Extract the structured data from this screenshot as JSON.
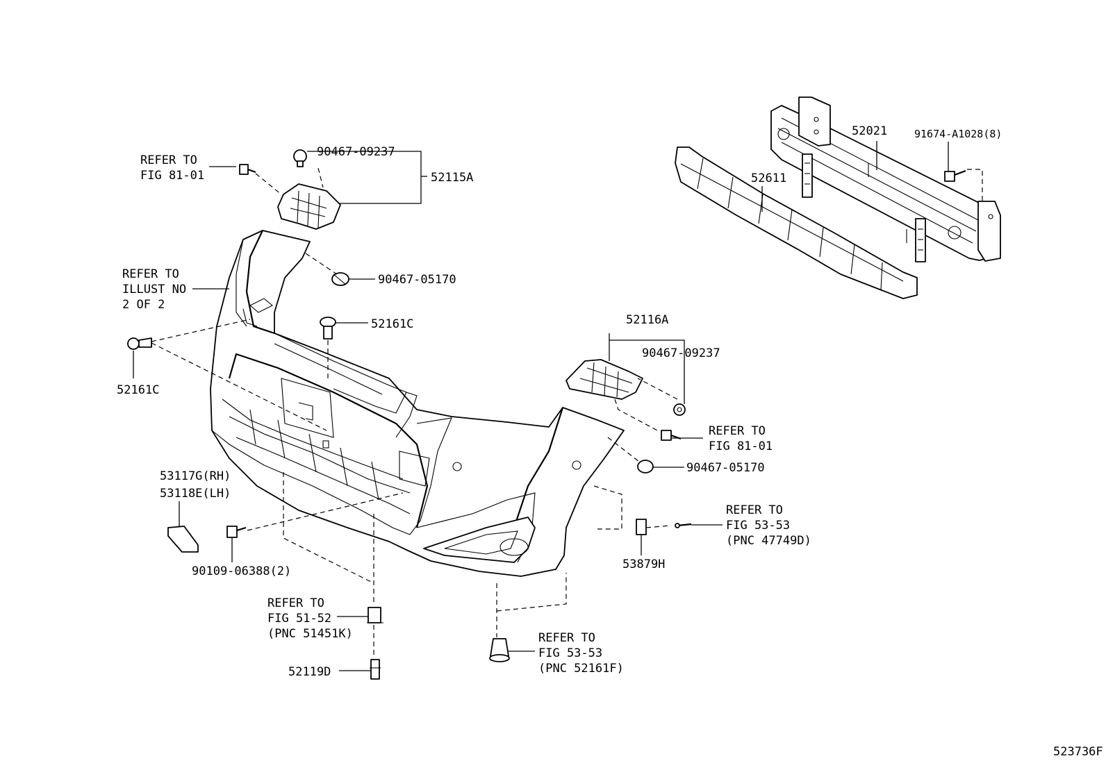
{
  "labels": {
    "refer_fig_81_01_left": [
      "REFER TO",
      "FIG 81-01"
    ],
    "p_90467_09237_top": "90467-09237",
    "p_52115A": "52115A",
    "refer_illust": [
      "REFER TO",
      "ILLUST NO",
      "2 OF 2"
    ],
    "p_90467_05170_top": "90467-05170",
    "p_52161C_center": "52161C",
    "p_52161C_left": "52161C",
    "p_52021": "52021",
    "p_91674": "91674-A1028(8)",
    "p_52611": "52611",
    "p_52116A": "52116A",
    "p_90467_09237_right": "90467-09237",
    "refer_fig_81_01_right": [
      "REFER TO",
      "FIG 81-01"
    ],
    "p_90467_05170_right": "90467-05170",
    "p_53117G": "53117G(RH)",
    "p_53118E": "53118E(LH)",
    "refer_fig_53_53_right": [
      "REFER TO",
      "FIG 53-53",
      "(PNC 47749D)"
    ],
    "p_53879H": "53879H",
    "p_90109": "90109-06388(2)",
    "refer_fig_51_52": [
      "REFER TO",
      "FIG 51-52",
      "(PNC 51451K)"
    ],
    "refer_fig_53_53_bottom": [
      "REFER TO",
      "FIG 53-53",
      "(PNC 52161F)"
    ],
    "p_52119D": "52119D",
    "diagram_id": "523736F"
  }
}
